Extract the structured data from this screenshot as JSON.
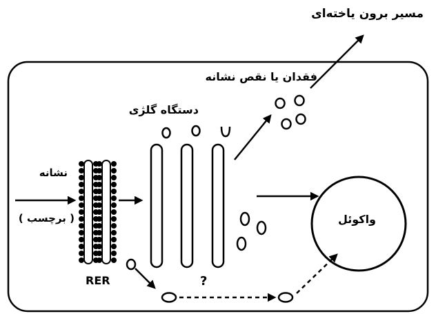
{
  "labels": {
    "extracellular_pathway": "مسیر برون یاخته‌ای",
    "loss_or_defect_of_signal": "فقدان یا نقص نشانه",
    "golgi_apparatus": "دستگاه گلژی",
    "signal": "نشانه",
    "tag": "( برچسب )",
    "rer": "RER",
    "vacuole": "واکوئل",
    "unknown_path": "?"
  },
  "colors": {
    "ink": "#000000",
    "background": "#ffffff"
  }
}
